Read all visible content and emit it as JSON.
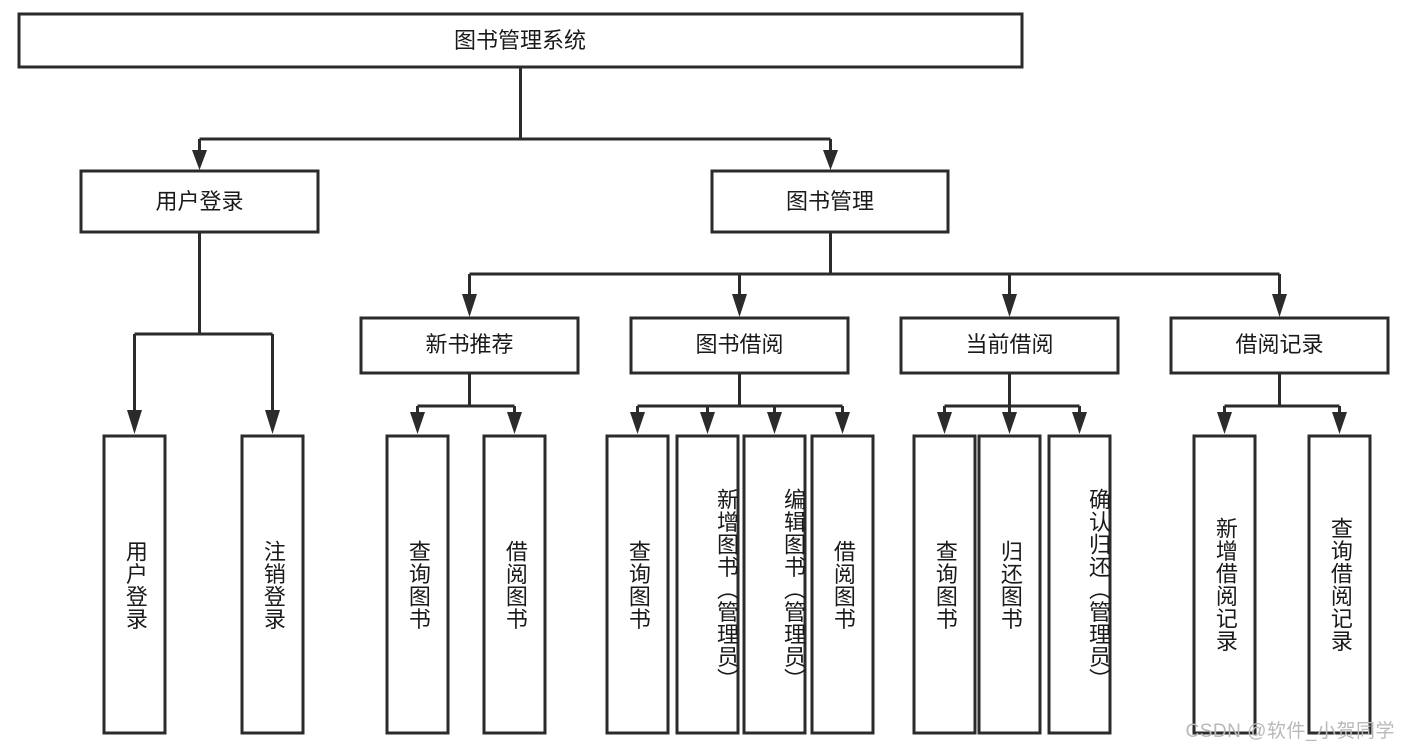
{
  "diagram": {
    "type": "tree-hierarchy-chart",
    "title": "图书管理系统",
    "background_color": "#ffffff",
    "line_color": "#2b2b2b",
    "text_color": "#1a1a1a",
    "levels": {
      "root": {
        "label": "图书管理系统"
      },
      "level2": [
        {
          "label": "用户登录"
        },
        {
          "label": "图书管理"
        }
      ],
      "level3": [
        {
          "label": "新书推荐"
        },
        {
          "label": "图书借阅"
        },
        {
          "label": "当前借阅"
        },
        {
          "label": "借阅记录"
        }
      ],
      "leaves": {
        "user_login": [
          {
            "label": "用户登录"
          },
          {
            "label": "注销登录"
          }
        ],
        "new_book_recommend": [
          {
            "label": "查询图书"
          },
          {
            "label": "借阅图书"
          }
        ],
        "book_borrow": [
          {
            "label": "查询图书"
          },
          {
            "label": "新增图书（管理员）"
          },
          {
            "label": "编辑图书（管理员）"
          },
          {
            "label": "借阅图书"
          }
        ],
        "current_borrow": [
          {
            "label": "查询图书"
          },
          {
            "label": "归还图书"
          },
          {
            "label": "确认归还（管理员）"
          }
        ],
        "borrow_record": [
          {
            "label": "新增借阅记录"
          },
          {
            "label": "查询借阅记录"
          }
        ]
      }
    },
    "watermark": "CSDN @软件_小贺同学"
  }
}
